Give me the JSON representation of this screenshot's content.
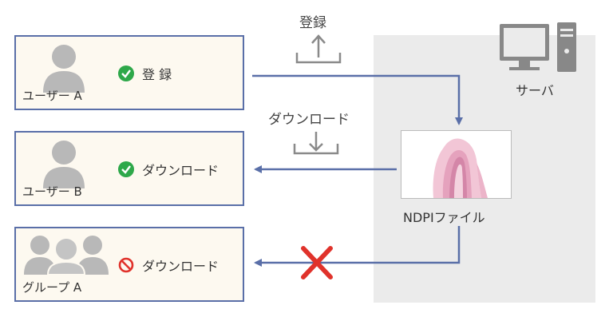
{
  "server": {
    "label": "サーバ"
  },
  "file": {
    "label": "NDPIファイル"
  },
  "actions": {
    "upload": "登録",
    "download": "ダウンロード"
  },
  "entities": [
    {
      "label": "ユーザー A",
      "status_icon": "check-circle-icon",
      "status_text": "登 録",
      "status_color": "#2ea84a"
    },
    {
      "label": "ユーザー B",
      "status_icon": "check-circle-icon",
      "status_text": "ダウンロード",
      "status_color": "#2ea84a"
    },
    {
      "label": "グループ A",
      "status_icon": "prohibited-icon",
      "status_text": "ダウンロード",
      "status_color": "#e0322b"
    }
  ],
  "colors": {
    "arrow": "#5a6fa8",
    "box_border": "#5a6fa8",
    "deny": "#e0322b",
    "server_bg": "#ebebeb"
  }
}
